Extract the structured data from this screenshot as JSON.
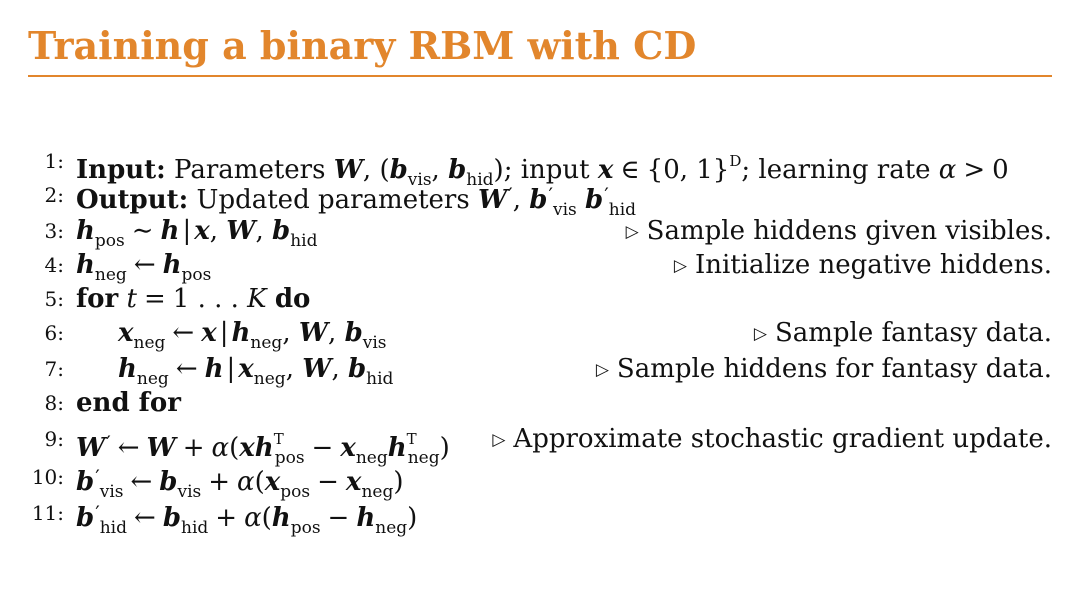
{
  "slide": {
    "title": "Training a binary RBM with CD",
    "accent_color": "#E2862C"
  },
  "algorithm": {
    "keywords": {
      "input": "Input:",
      "output": "Output:",
      "for": "for",
      "do": "do",
      "end_for": "end for"
    },
    "lines": [
      {
        "number": "1:",
        "text": "Input: Parameters W, (b_vis, b_hid); input x ∈ {0,1}^D; learning rate α > 0",
        "comment": ""
      },
      {
        "number": "2:",
        "text": "Output: Updated parameters W′, b′_vis b′_hid",
        "comment": ""
      },
      {
        "number": "3:",
        "text": "h_pos ∼ h | x, W, b_hid",
        "comment": "Sample hiddens given visibles."
      },
      {
        "number": "4:",
        "text": "h_neg ← h_pos",
        "comment": "Initialize negative hiddens."
      },
      {
        "number": "5:",
        "text": "for t = 1 . . . K do",
        "comment": ""
      },
      {
        "number": "6:",
        "text": "x_neg ← x | h_neg, W, b_vis",
        "comment": "Sample fantasy data."
      },
      {
        "number": "7:",
        "text": "h_neg ← h | x_neg, W, b_hid",
        "comment": "Sample hiddens for fantasy data."
      },
      {
        "number": "8:",
        "text": "end for",
        "comment": ""
      },
      {
        "number": "9:",
        "text": "W′ ← W + α(x h_pos^T − x_neg h_neg^T)",
        "comment": "Approximate stochastic gradient update."
      },
      {
        "number": "10:",
        "text": "b′_vis ← b_vis + α(x_pos − x_neg)",
        "comment": ""
      },
      {
        "number": "11:",
        "text": "b′_hid ← b_hid + α(h_pos − h_neg)",
        "comment": ""
      }
    ],
    "text": {
      "l1_a": "Parameters",
      "l1_b": "; input",
      "l1_c": "; learning rate",
      "l2_a": "Updated parameters"
    },
    "symbols": {
      "W": "W",
      "b": "b",
      "x": "x",
      "h": "h",
      "t": "t",
      "K": "K",
      "alpha": "α",
      "D": "D",
      "T": "T",
      "prime": "′",
      "vis": "vis",
      "hid": "hid",
      "pos": "pos",
      "neg": "neg",
      "set01": "{0, 1}",
      "one": "1",
      "zero": "0",
      "dots": ". . .",
      "in": "∈",
      "gt": ">",
      "sim": "∼",
      "larrow": "←",
      "eq": "=",
      "plus": "+",
      "minus": "−",
      "bar": "|",
      "lparen": "(",
      "rparen": ")",
      "comma": ",",
      "triangle": "▷"
    }
  }
}
